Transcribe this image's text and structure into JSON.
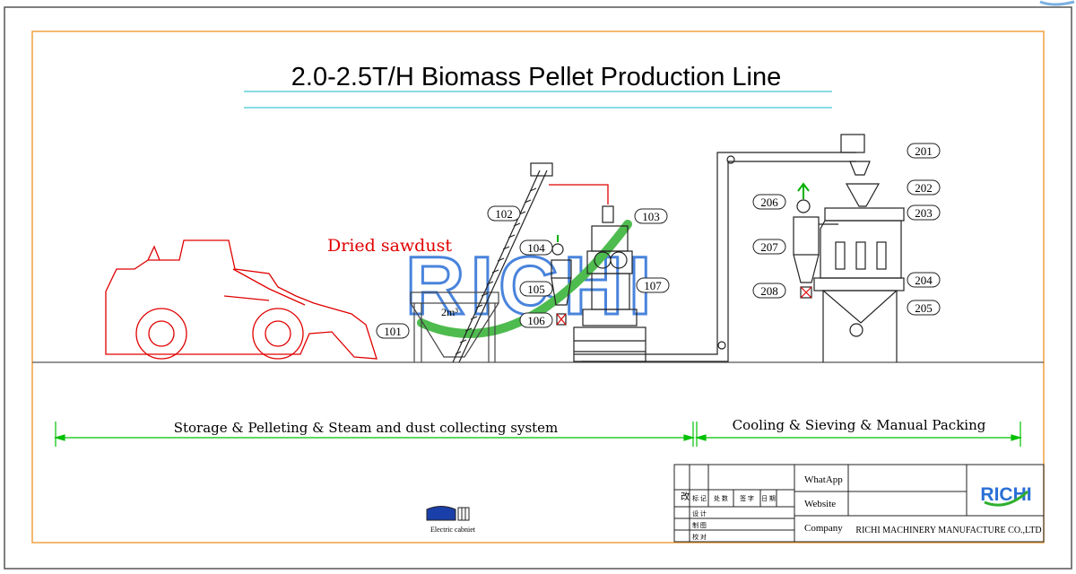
{
  "title": "2.0-2.5T/H Biomass Pellet Production Line",
  "annotation": "Dried sawdust",
  "watermark": "RICHI",
  "bin_label": "2m³",
  "callouts": {
    "c101": "101",
    "c102": "102",
    "c103": "103",
    "c104": "104",
    "c105": "105",
    "c106": "106",
    "c107": "107",
    "c201": "201",
    "c202": "202",
    "c203": "203",
    "c204": "204",
    "c205": "205",
    "c206": "206",
    "c207": "207",
    "c208": "208"
  },
  "sections": {
    "left": "Storage & Pelleting & Steam and dust collecting system",
    "right": "Cooling & Sieving  & Manual Packing"
  },
  "cabinet_label": "Electric cabniet",
  "title_block": {
    "whatsapp_label": "WhatApp",
    "website_label": "Website",
    "company_label": "Company",
    "company_name": "RICHI MACHINERY MANUFACTURE CO.,LTD",
    "logo_text": "RICHI",
    "rev_label": "改",
    "col_headers": [
      "标 记",
      "处 数",
      "签 字",
      "日 期"
    ],
    "row_labels": [
      "设 计",
      "制 图",
      "校 对"
    ]
  },
  "colors": {
    "equipment": "#000000",
    "loader": "#e00000",
    "dimension": "#00c000",
    "frame": "#f0a040",
    "title_rule": "#40c8d0",
    "watermark_blue": "#2a6fd6",
    "watermark_green": "#30b030"
  }
}
